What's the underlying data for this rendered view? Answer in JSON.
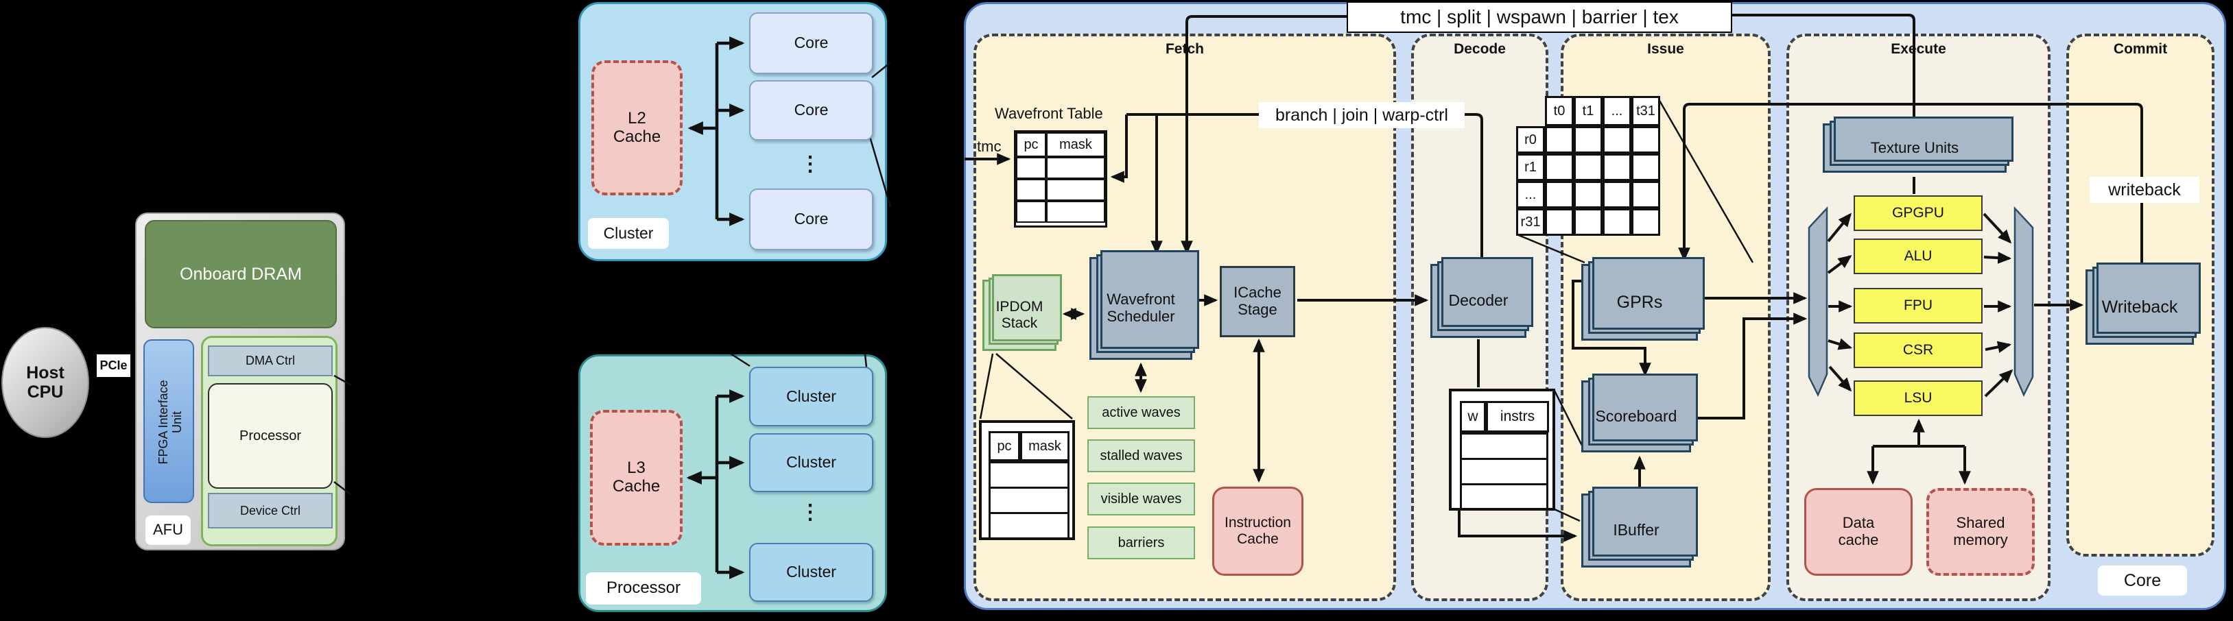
{
  "host": {
    "label": "Host CPU"
  },
  "pcie": {
    "label": "PCIe"
  },
  "afu": {
    "tag": "AFU",
    "dram": "Onboard DRAM",
    "fiu": "FPGA Interface Unit",
    "dma": "DMA Ctrl",
    "processor": "Processor",
    "device": "Device Ctrl"
  },
  "cluster_view": {
    "tag": "Cluster",
    "cache": "L2 Cache",
    "cores": [
      "Core",
      "Core",
      "Core"
    ],
    "dots": "⋮"
  },
  "processor_view": {
    "tag": "Processor",
    "cache": "L3 Cache",
    "clusters": [
      "Cluster",
      "Cluster",
      "Cluster"
    ],
    "dots": "⋮"
  },
  "core_view": {
    "tag": "Core",
    "banner": "tmc | split | wspawn | barrier | tex",
    "stages": {
      "fetch": "Fetch",
      "decode": "Decode",
      "issue": "Issue",
      "execute": "Execute",
      "commit": "Commit"
    },
    "fetch": {
      "wavefront_table_title": "Wavefront Table",
      "tmc": "tmc",
      "branch": "branch | join | warp-ctrl",
      "pc": "pc",
      "mask": "mask",
      "ipdom": "IPDOM Stack",
      "scheduler": "Wavefront Scheduler",
      "icache_stage": "ICache Stage",
      "waves": [
        "active waves",
        "stalled waves",
        "visible waves",
        "barriers"
      ],
      "detail_pc": "pc",
      "detail_mask": "mask",
      "instruction_cache": "Instruction Cache"
    },
    "decode": {
      "decoder": "Decoder",
      "w": "w",
      "instrs": "instrs"
    },
    "issue": {
      "thread_cols": [
        "t0",
        "t1",
        "...",
        "t31"
      ],
      "reg_rows": [
        "r0",
        "r1",
        "...",
        "r31"
      ],
      "gprs": "GPRs",
      "scoreboard": "Scoreboard",
      "ibuffer": "IBuffer"
    },
    "execute": {
      "texture": "Texture Units",
      "units": [
        "GPGPU",
        "ALU",
        "FPU",
        "CSR",
        "LSU"
      ],
      "data_cache": "Data cache",
      "shared_memory": "Shared memory"
    },
    "commit": {
      "writeback_signal": "writeback",
      "writeback": "Writeback"
    }
  },
  "colors": {
    "background": "#000000",
    "core_box": "#cddef5",
    "core_box_border": "#4f79c0",
    "stage_yellow": "#fcf3d6",
    "stage_cream": "#f5f1e7",
    "stage_border": "#3d434b",
    "unit_blue": "#a9b8c7",
    "unit_blue_border": "#22435c",
    "unit_yellow": "#f8f861",
    "green_fill": "#d6e9d0",
    "green_border": "#79ae69",
    "pink_fill": "#f3cac6",
    "pink_border": "#b2544c",
    "dram_green": "#6f915c",
    "cluster_teal": "#b6dff1",
    "processor_teal": "#a9dcdb"
  }
}
